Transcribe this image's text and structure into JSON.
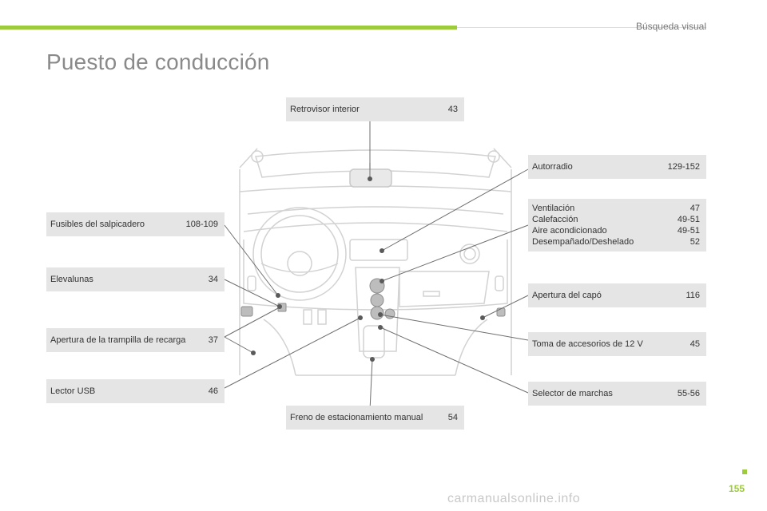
{
  "header": {
    "section": "Búsqueda visual",
    "title": "Puesto de conducción"
  },
  "labels": {
    "retrovisor": {
      "text": "Retrovisor interior",
      "page": "43"
    },
    "autorradio": {
      "text": "Autorradio",
      "page": "129-152"
    },
    "climate": {
      "rows": [
        {
          "text": "Ventilación",
          "page": "47"
        },
        {
          "text": "Calefacción",
          "page": "49-51"
        },
        {
          "text": "Aire acondicionado",
          "page": "49-51"
        },
        {
          "text": "Desempañado/Deshelado",
          "page": "52"
        }
      ]
    },
    "fusibles": {
      "text": "Fusibles del salpicadero",
      "page": "108-109"
    },
    "elevalunas": {
      "text": "Elevalunas",
      "page": "34"
    },
    "trampilla": {
      "text": "Apertura de la trampilla de recarga",
      "page": "37"
    },
    "usb": {
      "text": "Lector USB",
      "page": "46"
    },
    "freno": {
      "text": "Freno de estacionamiento manual",
      "page": "54"
    },
    "capo": {
      "text": "Apertura del capó",
      "page": "116"
    },
    "toma": {
      "text": "Toma de accesorios de 12 V",
      "page": "45"
    },
    "selector": {
      "text": "Selector de marchas",
      "page": "55-56"
    }
  },
  "footer": {
    "page_number": "155",
    "watermark": "carmanualsonline.info"
  },
  "colors": {
    "accent": "#9ccb3b",
    "box": "#e5e5e5",
    "line": "#6e6e6e"
  }
}
